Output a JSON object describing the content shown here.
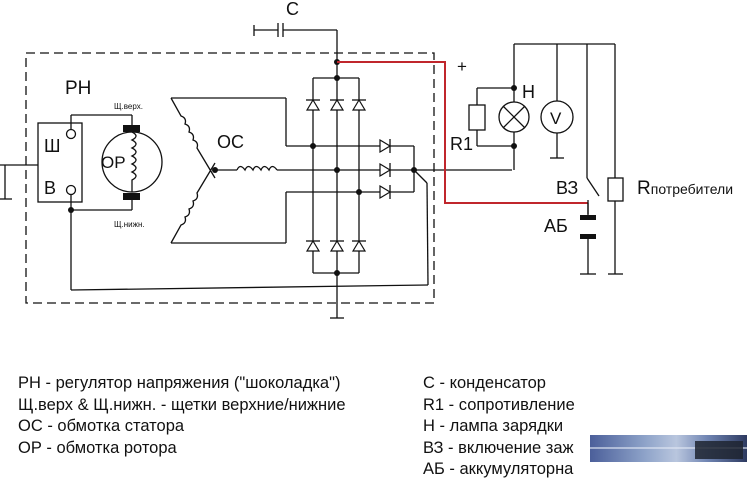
{
  "diagram": {
    "title": "Схема подключения генератора",
    "labels": {
      "regulator": "РН",
      "brush_top": "Щ.верх.",
      "brush_bottom": "Щ.нижн.",
      "terminal_sh": "Ш",
      "terminal_v": "В",
      "rotor": "ОР",
      "stator": "ОС",
      "capacitor": "С",
      "plus": "+",
      "lamp": "Н",
      "resistor": "R1",
      "voltmeter": "V",
      "ignition": "ВЗ",
      "battery": "АБ",
      "load_r": "R",
      "load_sub": "потребители"
    },
    "colors": {
      "wire": "#111111",
      "positive_wire": "#c0262c",
      "background": "#ffffff"
    }
  },
  "legend": {
    "left": [
      "РН - регулятор напряжения (\"шоколадка\")",
      "Щ.верх & Щ.нижн. - щетки верхние/нижние",
      "ОС - обмотка статора",
      "ОР - обмотка ротора"
    ],
    "right": [
      "С - конденсатор",
      "R1 - сопротивление",
      "Н - лампа зарядки",
      "ВЗ - включение заж",
      "АБ - аккумуляторна"
    ]
  }
}
